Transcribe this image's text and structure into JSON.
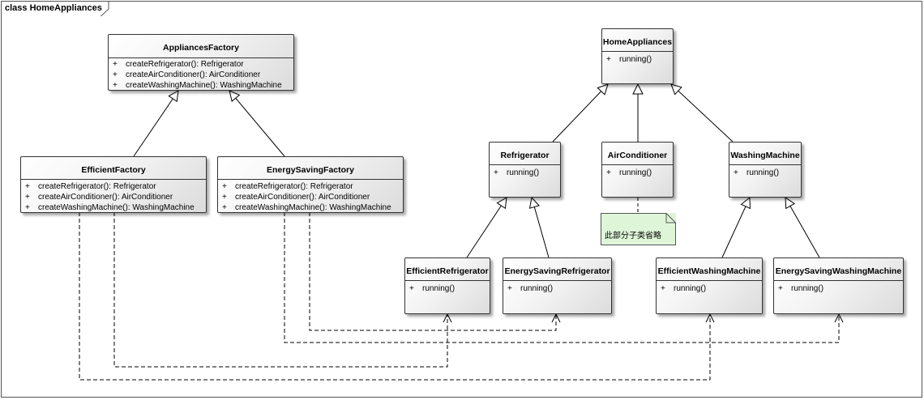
{
  "diagram": {
    "title": "class HomeAppliances",
    "colors": {
      "border": "#333333",
      "note_fill": "#dff5d8",
      "line": "#000000"
    }
  },
  "classes": {
    "appliances_factory": {
      "name": "AppliancesFactory",
      "ops": [
        {
          "vis": "+",
          "sig": "createRefrigerator(): Refrigerator"
        },
        {
          "vis": "+",
          "sig": "createAirConditioner(): AirConditioner"
        },
        {
          "vis": "+",
          "sig": "createWashingMachine(): WashingMachine"
        }
      ]
    },
    "efficient_factory": {
      "name": "EfficientFactory",
      "ops": [
        {
          "vis": "+",
          "sig": "createRefrigerator(): Refrigerator"
        },
        {
          "vis": "+",
          "sig": "createAirConditioner(): AirConditioner"
        },
        {
          "vis": "+",
          "sig": "createWashingMachine(): WashingMachine"
        }
      ]
    },
    "energy_saving_factory": {
      "name": "EnergySavingFactory",
      "ops": [
        {
          "vis": "+",
          "sig": "createRefrigerator(): Refrigerator"
        },
        {
          "vis": "+",
          "sig": "createAirConditioner(): AirConditioner"
        },
        {
          "vis": "+",
          "sig": "createWashingMachine(): WashingMachine"
        }
      ]
    },
    "home_appliances": {
      "name": "HomeAppliances",
      "ops": [
        {
          "vis": "+",
          "sig": "running()"
        }
      ]
    },
    "refrigerator": {
      "name": "Refrigerator",
      "ops": [
        {
          "vis": "+",
          "sig": "running()"
        }
      ]
    },
    "air_conditioner": {
      "name": "AirConditioner",
      "ops": [
        {
          "vis": "+",
          "sig": "running()"
        }
      ]
    },
    "washing_machine": {
      "name": "WashingMachine",
      "ops": [
        {
          "vis": "+",
          "sig": "running()"
        }
      ]
    },
    "efficient_refrigerator": {
      "name": "EfficientRefrigerator",
      "ops": [
        {
          "vis": "+",
          "sig": "running()"
        }
      ]
    },
    "energy_saving_refrigerator": {
      "name": "EnergySavingRefrigerator",
      "ops": [
        {
          "vis": "+",
          "sig": "running()"
        }
      ]
    },
    "efficient_washing_machine": {
      "name": "EfficientWashingMachine",
      "ops": [
        {
          "vis": "+",
          "sig": "running()"
        }
      ]
    },
    "energy_saving_washing_machine": {
      "name": "EnergySavingWashingMachine",
      "ops": [
        {
          "vis": "+",
          "sig": "running()"
        }
      ]
    }
  },
  "note": {
    "text": "此部分子类省略"
  }
}
